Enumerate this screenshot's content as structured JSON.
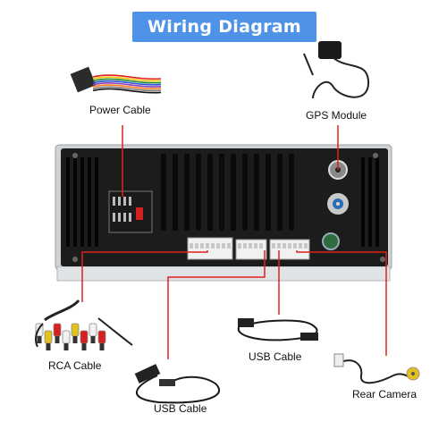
{
  "title": "Wiring Diagram",
  "labels": {
    "power": "Power Cable",
    "gps": "GPS Module",
    "rca": "RCA Cable",
    "usb_right": "USB Cable",
    "usb_left": "USB Cable",
    "camera": "Rear Camera"
  },
  "colors": {
    "title_bg": "#4f93e8",
    "connector_line": "#e0201c",
    "unit_body": "#1c1c1c"
  }
}
